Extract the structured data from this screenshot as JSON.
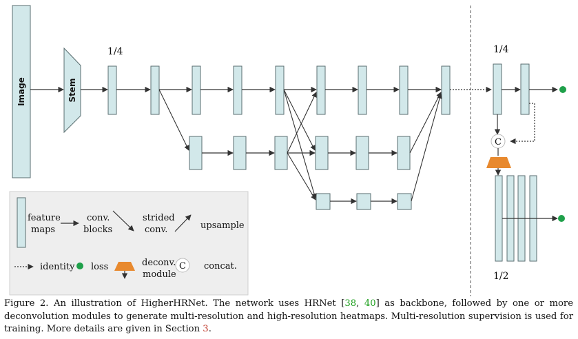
{
  "diagram": {
    "image_label": "Image",
    "stem_label": "Stem",
    "scale_quarter_left": "1/4",
    "scale_quarter_right": "1/4",
    "scale_half": "1/2",
    "concat_symbol": "C",
    "colors": {
      "block_fill": "#d2e8ea",
      "block_stroke": "#5a6e70",
      "arrow": "#333333",
      "loss": "#1fa04a",
      "deconv": "#e8892e",
      "legend_bg": "#eeeeee"
    }
  },
  "legend": {
    "feature_maps_line1": "feature",
    "feature_maps_line2": "maps",
    "conv_line1": "conv.",
    "conv_line2": "blocks",
    "strided_line1": "strided",
    "strided_line2": "conv.",
    "upsample": "upsample",
    "identity": "identity",
    "loss": "loss",
    "deconv_line1": "deconv.",
    "deconv_line2": "module",
    "concat_symbol": "C",
    "concat": "concat."
  },
  "caption": {
    "p1": "Figure 2. An illustration of HigherHRNet.  The network uses HRNet [",
    "ref1": "38",
    "p2": ", ",
    "ref2": "40",
    "p3": "] as backbone, followed by one or more deconvolution modules to generate multi-resolution and high-resolution heatmaps.  Multi-resolution supervision is used for training.  More details are given in Section ",
    "secref": "3",
    "p4": "."
  }
}
